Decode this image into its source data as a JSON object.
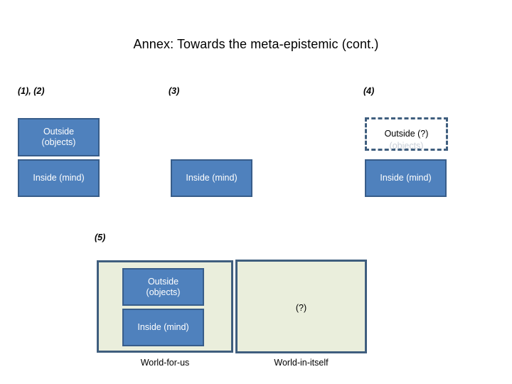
{
  "slide": {
    "title": "Annex: Towards the meta-epistemic (cont.)",
    "background_color": "#ffffff"
  },
  "colors": {
    "box_fill": "#4F81BD",
    "box_border": "#385D8A",
    "panel_fill": "#EAEEDC",
    "panel_border": "#3F5E7E",
    "dashed_border": "#3F5E7E",
    "text_on_box": "#ffffff",
    "text_primary": "#000000",
    "ghost_text": "#c9cfd8"
  },
  "sections": {
    "one_two": {
      "label": "(1), (2)",
      "outside_box": "Outside\n(objects)",
      "inside_box": "Inside (mind)"
    },
    "three": {
      "label": "(3)",
      "inside_box": "Inside (mind)"
    },
    "four": {
      "label": "(4)",
      "outside_box": "Outside (?)",
      "outside_ghost": "(objects)",
      "inside_box": "Inside (mind)"
    },
    "five": {
      "label": "(5)",
      "left_panel": {
        "outside_box": "Outside\n(objects)",
        "inside_box": "Inside (mind)",
        "caption": "World-for-us"
      },
      "right_panel": {
        "content": "(?)",
        "caption": "World-in-itself"
      }
    }
  }
}
